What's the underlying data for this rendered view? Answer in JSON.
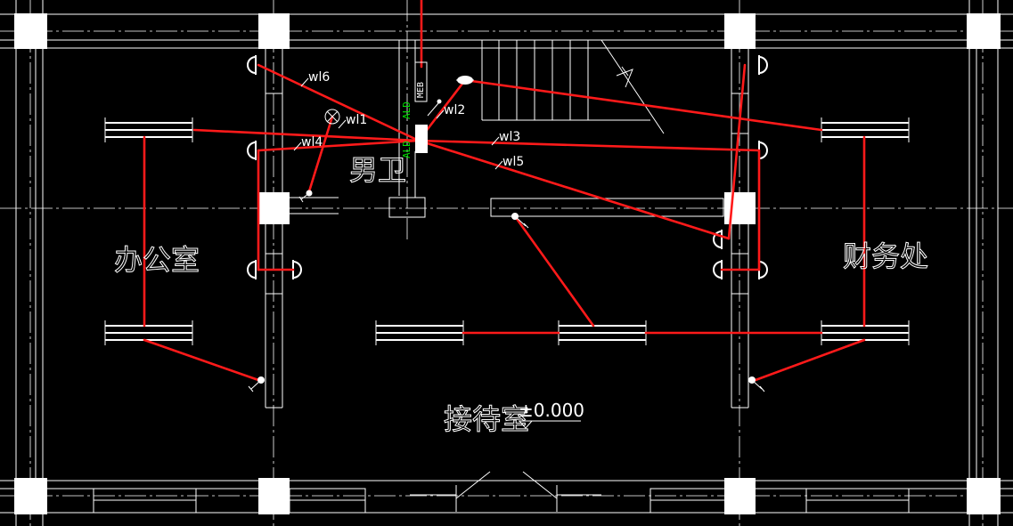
{
  "rooms": {
    "office": "办公室",
    "finance": "财务处",
    "toilet": "男卫",
    "reception": "接待室"
  },
  "elevation": "±0.000",
  "circuits": [
    "wl6",
    "wl1",
    "wl4",
    "wl2",
    "wl3",
    "wl5"
  ],
  "panel_labels": {
    "main": "ALD",
    "sub": "MEB",
    "sub2": "ALD"
  },
  "colors": {
    "background": "#000000",
    "architecture": "#ffffff",
    "wiring": "#ff1a1a",
    "panel_text": "#00e000"
  }
}
